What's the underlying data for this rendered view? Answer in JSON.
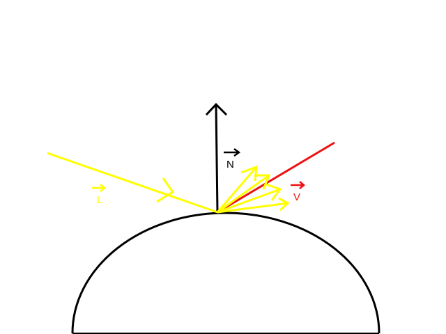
{
  "labels": {
    "normal": "N",
    "light": "L",
    "view": "V"
  },
  "colors": {
    "background": "#ffffff",
    "surface": "#000000",
    "normal": "#000000",
    "light": "#ffff00",
    "view": "#ee1111"
  },
  "icons": {
    "normal_vector_marker": "arrow-right-icon",
    "light_vector_marker": "arrow-right-icon",
    "view_vector_marker": "arrow-right-icon"
  }
}
